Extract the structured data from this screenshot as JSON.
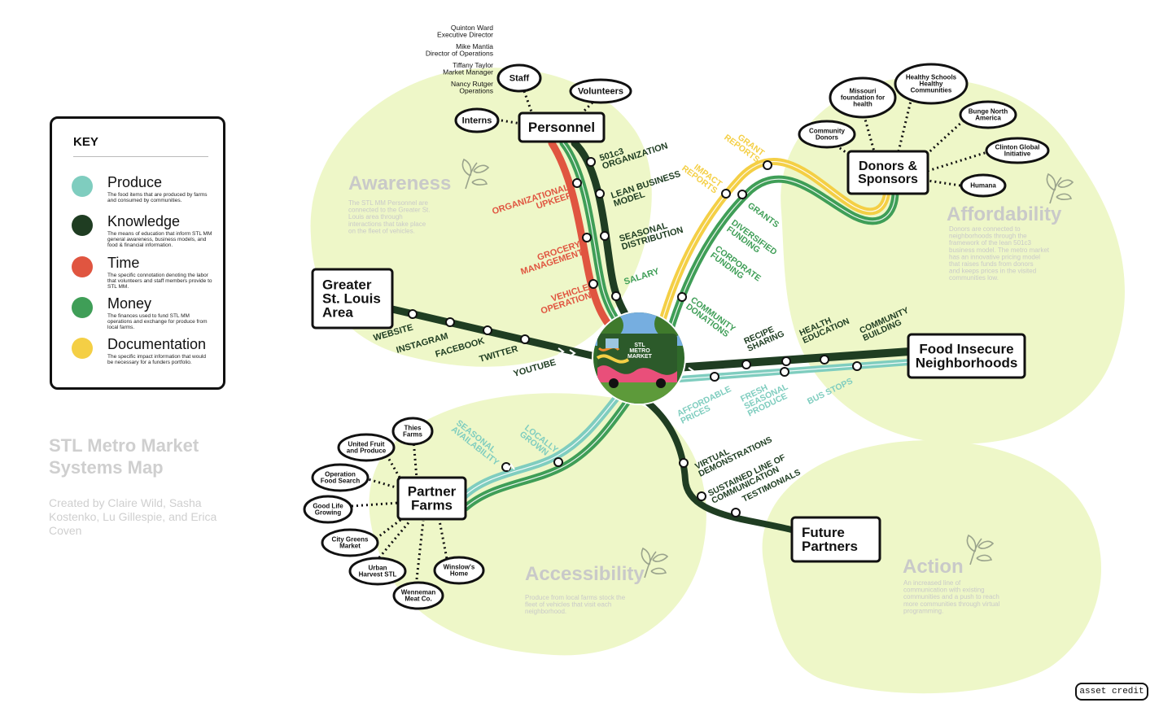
{
  "key": {
    "title": "KEY",
    "items": [
      {
        "name": "Produce",
        "color": "#7fcdbf",
        "desc": "The food items that are produced by farms and consumed by communities."
      },
      {
        "name": "Knowledge",
        "color": "#1f3d22",
        "desc": "The means of education that inform STL MM general awareness, business models, and food & financial information."
      },
      {
        "name": "Time",
        "color": "#e05540",
        "desc": "The specific connotation denoting the labor that volunteers and staff members provide to STL MM."
      },
      {
        "name": "Money",
        "color": "#3f9e57",
        "desc": "The finances used to fund STL MM operations and exchange for produce from local farms."
      },
      {
        "name": "Documentation",
        "color": "#f4cf45",
        "desc": "The specific impact information that would be necessary for a funders portfolio."
      }
    ]
  },
  "credit": {
    "title": "STL Metro Market Systems Map",
    "by": "Created by Claire Wild, Sasha Kostenko, Lu Gillespie, and Erica Coven"
  },
  "asset_credit": "asset credit",
  "colors": {
    "blob": "#eef7c8",
    "produce": "#7fcdbf",
    "knowledge": "#1f3d22",
    "time": "#e05540",
    "money": "#3f9e57",
    "documentation": "#f4cf45"
  },
  "people": [
    {
      "name": "Quinton Ward",
      "role": "Executive Director"
    },
    {
      "name": "Mike Mantia",
      "role": "Director of Operations"
    },
    {
      "name": "Tiffany Taylor",
      "role": "Market Manager"
    },
    {
      "name": "Nancy Rutger",
      "role": "Operations"
    }
  ],
  "regions": {
    "awareness": {
      "title": "Awareness",
      "desc": "The STL MM Personnel are connected to the Greater St. Louis area through interactions that take place on the fleet of vehicles."
    },
    "affordability": {
      "title": "Affordability",
      "desc": "Donors are connected to neighborhoods through the framework of the lean 501c3 business model. The metro market has an innovative pricing model that raises funds from donors and keeps prices in the visited communities low."
    },
    "accessibility": {
      "title": "Accessibility",
      "desc": "Produce from local farms stock the fleet of vehicles that visit each neighborhood."
    },
    "action": {
      "title": "Action",
      "desc": "An increased line of communication with existing communities and a push to reach more communities through virtual programming."
    }
  },
  "hubs": {
    "personnel": "Personnel",
    "donors": [
      "Donors &",
      "Sponsors"
    ],
    "greater": [
      "Greater",
      "St. Louis",
      "Area"
    ],
    "food": [
      "Food Insecure",
      "Neighborhoods"
    ],
    "farms": [
      "Partner",
      "Farms"
    ],
    "future": [
      "Future",
      "Partners"
    ]
  },
  "ovals": {
    "staff": [
      "Staff"
    ],
    "volunteers": [
      "Volunteers"
    ],
    "interns": [
      "Interns"
    ],
    "missouri": [
      "Missouri",
      "foundation for",
      "health"
    ],
    "healthy": [
      "Healthy Schools",
      "Healthy",
      "Communities"
    ],
    "community_donors": [
      "Community",
      "Donors"
    ],
    "bunge": [
      "Bunge North",
      "America"
    ],
    "clinton": [
      "Clinton Global",
      "Initiative"
    ],
    "humana": [
      "Humana"
    ],
    "thies": [
      "Thies",
      "Farms"
    ],
    "united": [
      "United Fruit",
      "and Produce"
    ],
    "operation": [
      "Operation",
      "Food Search"
    ],
    "goodlife": [
      "Good Life",
      "Growing"
    ],
    "citygreens": [
      "City Greens",
      "Market"
    ],
    "urban": [
      "Urban",
      "Harvest STL"
    ],
    "winslow": [
      "Winslow's",
      "Home"
    ],
    "wenneman": [
      "Wenneman",
      "Meat Co."
    ]
  },
  "line_labels": {
    "org501": [
      "501c3",
      "ORGANIZATION"
    ],
    "lean": [
      "LEAN BUSINESS",
      "MODEL"
    ],
    "seasonal_dist": [
      "SEASONAL",
      "DISTRIBUTION"
    ],
    "salary": [
      "SALARY"
    ],
    "org_upkeep": [
      "ORGANIZATIONAL",
      "UPKEEP"
    ],
    "grocery": [
      "GROCERY",
      "MANAGEMENT"
    ],
    "vehicle": [
      "VEHICLE",
      "OPERATION"
    ],
    "grant_reports": [
      "GRANT",
      "REPORTS"
    ],
    "impact_reports": [
      "IMPACT",
      "REPORTS"
    ],
    "grants": [
      "GRANTS"
    ],
    "diversified": [
      "DIVERSIFIED",
      "FUNDING"
    ],
    "corporate": [
      "CORPORATE",
      "FUNDING"
    ],
    "community_donations": [
      "COMMUNITY",
      "DONATIONS"
    ],
    "website": [
      "WEBSITE"
    ],
    "instagram": [
      "INSTAGRAM"
    ],
    "facebook": [
      "FACEBOOK"
    ],
    "twitter": [
      "TWITTER"
    ],
    "youtube": [
      "YOUTUBE"
    ],
    "recipe": [
      "RECIPE",
      "SHARING"
    ],
    "health": [
      "HEALTH",
      "EDUCATION"
    ],
    "community_building": [
      "COMMUNITY",
      "BUILDING"
    ],
    "affordable": [
      "AFFORDABLE",
      "PRICES"
    ],
    "fresh": [
      "FRESH",
      "SEASONAL",
      "PRODUCE"
    ],
    "bus_stops": [
      "BUS STOPS"
    ],
    "seasonal_avail": [
      "SEASONAL",
      "AVAILABILITY"
    ],
    "locally": [
      "LOCALLY",
      "GROWN"
    ],
    "virtual": [
      "VIRTUAL",
      "DEMONSTRATIONS"
    ],
    "sustained": [
      "SUSTAINED LINE OF",
      "COMMUNICATION"
    ],
    "testimonials": [
      "TESTIMONIALS"
    ]
  },
  "center_bus": {
    "lines": [
      "STL",
      "METRO",
      "MARKET"
    ]
  }
}
